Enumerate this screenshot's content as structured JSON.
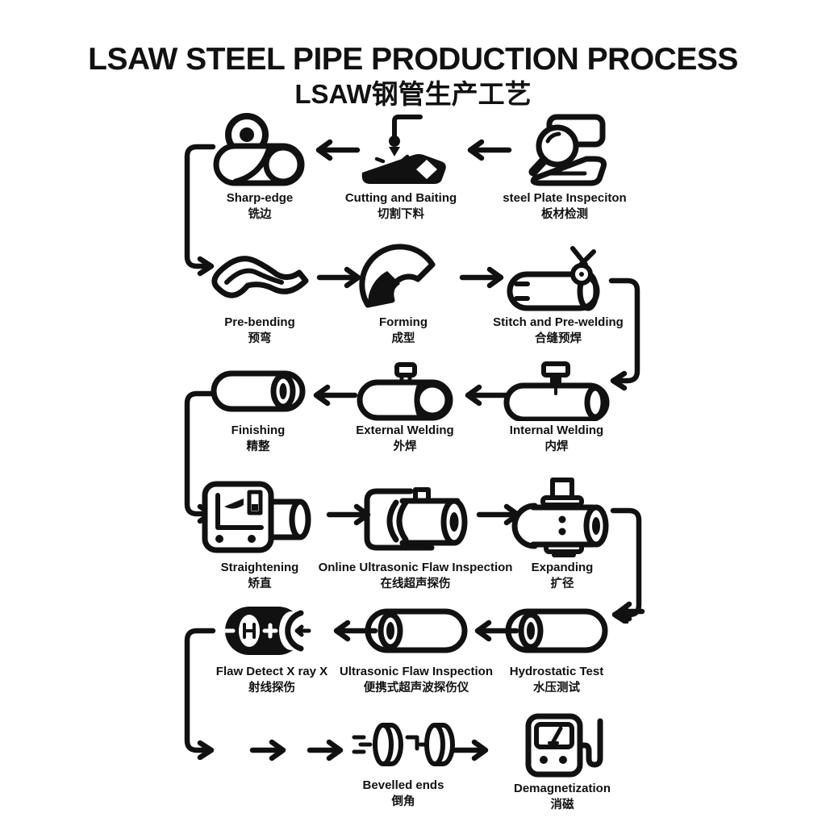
{
  "title": {
    "en": "LSAW STEEL PIPE PRODUCTION PROCESS",
    "zh": "LSAW钢管生产工艺"
  },
  "colors": {
    "ink": "#111111",
    "background": "#ffffff"
  },
  "rows": [
    {
      "direction": "right-to-left",
      "steps": [
        {
          "en": "Sharp-edge",
          "zh": "铣边",
          "icon": "milling-wheel-icon"
        },
        {
          "en": "Cutting and Baiting",
          "zh": "切割下料",
          "icon": "laser-cutter-icon"
        },
        {
          "en": "steel Plate Inspeciton",
          "zh": "板材检测",
          "icon": "magnifier-plate-icon"
        }
      ]
    },
    {
      "direction": "left-to-right",
      "steps": [
        {
          "en": "Pre-bending",
          "zh": "预弯",
          "icon": "bent-sheet-icon"
        },
        {
          "en": "Forming",
          "zh": "成型",
          "icon": "curved-sheet-icon"
        },
        {
          "en": "Stitch and Pre-welding",
          "zh": "合缝预焊",
          "icon": "pipe-torch-icon"
        }
      ]
    },
    {
      "direction": "right-to-left",
      "steps": [
        {
          "en": "Finishing",
          "zh": "精整",
          "icon": "pipe-icon"
        },
        {
          "en": "External Welding",
          "zh": "外焊",
          "icon": "pipe-welder-outside-icon"
        },
        {
          "en": "Internal Welding",
          "zh": "内焊",
          "icon": "pipe-welder-inside-icon"
        }
      ]
    },
    {
      "direction": "left-to-right",
      "steps": [
        {
          "en": "Straightening",
          "zh": "矫直",
          "icon": "straightener-machine-icon"
        },
        {
          "en": "Online Ultrasonic Flaw Inspection",
          "zh": "在线超声探伤",
          "icon": "pipe-scanner-icon"
        },
        {
          "en": "Expanding",
          "zh": "扩径",
          "icon": "pipe-expander-icon"
        }
      ]
    },
    {
      "direction": "right-to-left",
      "steps": [
        {
          "en": "Flaw Detect X ray  X",
          "zh": "射线探伤",
          "icon": "xray-pipe-icon"
        },
        {
          "en": "Ultrasonic Flaw Inspection",
          "zh": "便携式超声波探伤仪",
          "icon": "pipe-icon"
        },
        {
          "en": "Hydrostatic Test",
          "zh": "水压测试",
          "icon": "pipe-icon"
        }
      ]
    },
    {
      "direction": "left-to-right",
      "steps": [
        {
          "en": "Bevelled ends",
          "zh": "倒角",
          "icon": "bevel-rings-icon"
        },
        {
          "en": "Demagnetization",
          "zh": "消磁",
          "icon": "demagnetizer-icon"
        }
      ]
    }
  ]
}
